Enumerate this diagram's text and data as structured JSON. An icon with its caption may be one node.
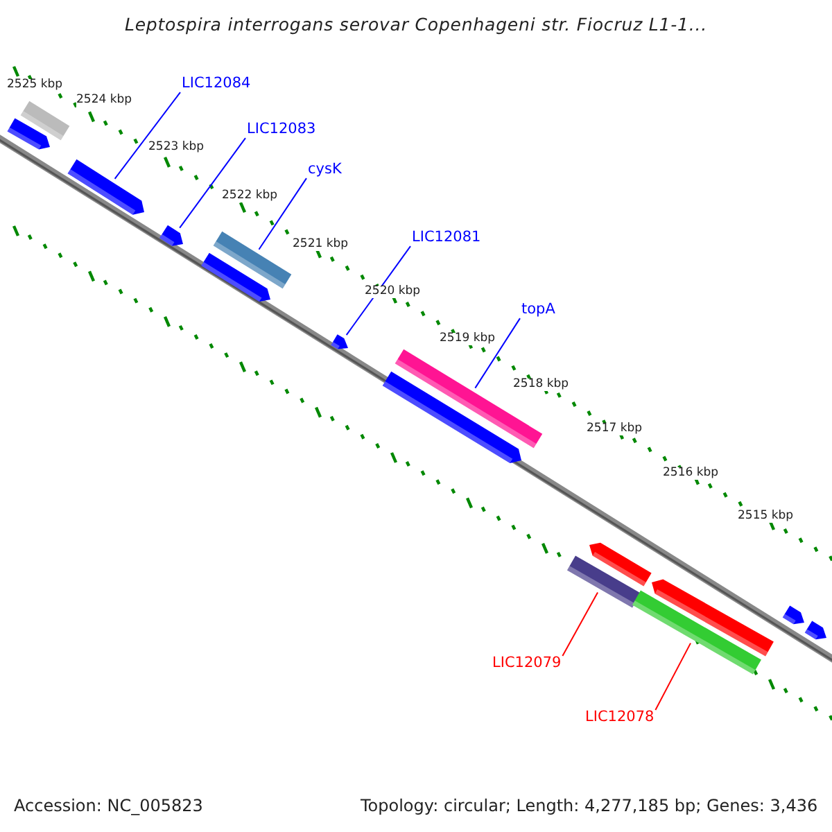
{
  "diagram": {
    "title": "Leptospira interrogans serovar Copenhageni str. Fiocruz L1-1...",
    "nodes": [
      {
        "text": [
          "LIC12084"
        ]
      },
      {
        "text": [],
        "shape": "bar"
      },
      {
        "text": [
          "LIC12083"
        ]
      },
      {
        "text": [],
        "shape": "bar"
      },
      {
        "text": [
          "cysK"
        ]
      },
      {
        "text": [],
        "shape": "bar"
      },
      {
        "text": [
          "LIC12081"
        ]
      },
      {
        "text": [],
        "shape": "bar"
      },
      {
        "text": [
          "topA"
        ]
      },
      {
        "text": [],
        "shape": "bar"
      },
      {
        "text": [],
        "shape": "bar"
      },
      {
        "text": [
          "LIC12079"
        ]
      },
      {
        "text": [],
        "shape": "bar"
      },
      {
        "text": [
          "LIC12078"
        ]
      },
      {
        "text": [],
        "shape": "bar"
      },
      {
        "text": [],
        "shape": "bar"
      },
      {
        "text": [],
        "shape": "bar"
      },
      {
        "text": [],
        "shape": "bar"
      },
      {
        "text": [],
        "shape": "bar"
      },
      {
        "text": [],
        "shape": "bar"
      },
      {
        "text": [],
        "shape": "bar"
      },
      {
        "text": [],
        "shape": "bar"
      }
    ],
    "edges": [
      {
        "from": 0,
        "to": 1,
        "arrow": "none"
      },
      {
        "from": 2,
        "to": 3,
        "arrow": "none"
      },
      {
        "from": 4,
        "to": 5,
        "arrow": "none"
      },
      {
        "from": 6,
        "to": 7,
        "arrow": "none"
      },
      {
        "from": 8,
        "to": 9,
        "arrow": "none"
      },
      {
        "from": 11,
        "to": 10,
        "arrow": "none",
        "color": "#ff0000"
      },
      {
        "from": 13,
        "to": 12,
        "arrow": "none",
        "color": "#ff0000"
      }
    ],
    "labels": [
      "2525 kbp",
      "2524 kbp",
      "2523 kbp",
      "2522 kbp",
      "2521 kbp",
      "2520 kbp",
      "2519 kbp",
      "2518 kbp",
      "2517 kbp",
      "2516 kbp",
      "2515 kbp",
      "Accession: NC_005823",
      "Topology: circular; Length: 4,277,185 bp; Genes: 3,436"
    ]
  }
}
